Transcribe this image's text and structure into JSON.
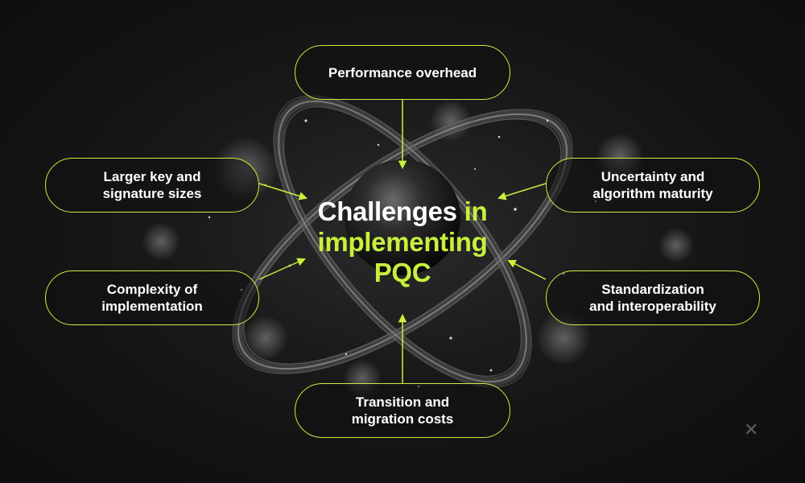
{
  "title": {
    "part1": "Challenges",
    "part2": "in",
    "part3": "implementing",
    "part4": "PQC"
  },
  "challenges": {
    "top": [
      "Performance overhead"
    ],
    "left_top": [
      "Larger key and",
      "signature sizes"
    ],
    "left_bottom": [
      "Complexity of",
      "implementation"
    ],
    "right_top": [
      "Uncertainty and",
      "algorithm maturity"
    ],
    "right_bottom": [
      "Standardization",
      "and interoperability"
    ],
    "bottom": [
      "Transition and",
      "migration costs"
    ]
  },
  "colors": {
    "accent": "#c8f03c",
    "background": "#141414",
    "text": "#ffffff"
  },
  "icons": {
    "brand_mark": "x-logo-icon"
  }
}
